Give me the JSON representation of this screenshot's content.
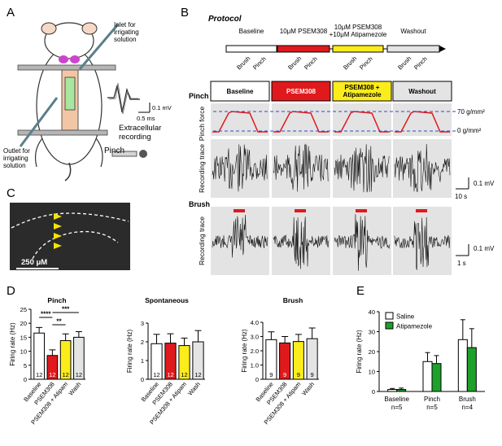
{
  "panel_letters": {
    "A": "A",
    "B": "B",
    "C": "C",
    "D": "D",
    "E": "E"
  },
  "panel_a": {
    "inlet_label": [
      "Inlet for",
      "irrigating",
      "solution"
    ],
    "outlet_label": [
      "Outlet for",
      "irrigating",
      "solution"
    ],
    "scale_mv": "0.1 mV",
    "scale_ms": "0.5 ms",
    "recording_label": [
      "Extracellular",
      "recording"
    ],
    "pinch_label": "Pinch"
  },
  "panel_b": {
    "protocol_title": "Protocol",
    "phases": [
      {
        "label": [
          "Baseline"
        ],
        "bar_color": "#ffffff",
        "box_label": [
          "Baseline"
        ],
        "box_bg": "#ffffff",
        "box_text": "#000000"
      },
      {
        "label": [
          "10μM PSEM308"
        ],
        "bar_color": "#e0191d",
        "box_label": [
          "PSEM308"
        ],
        "box_bg": "#e0191d",
        "box_text": "#ffffff"
      },
      {
        "label": [
          "10μM PSEM308",
          "+10μM Atipamezole"
        ],
        "bar_color": "#fbec1b",
        "box_label": [
          "PSEM308 +",
          "Atipamezole"
        ],
        "box_bg": "#fbec1b",
        "box_text": "#000000"
      },
      {
        "label": [
          "Washout"
        ],
        "bar_color": "#e4e4e4",
        "box_label": [
          "Washout"
        ],
        "box_bg": "#e4e4e4",
        "box_text": "#000000"
      }
    ],
    "stim_labels": [
      "Brush",
      "Pinch"
    ],
    "pinch_heading": "Pinch",
    "brush_heading": "Brush",
    "pinch_force_label": "Pinch force",
    "recording_trace_label": "Recording trace",
    "force_high": "70 g/mm²",
    "force_low": "0 g/mm²",
    "scale_mv_1": "0.1 mV",
    "scale_s_1": "10 s",
    "scale_mv_2": "0.1 mV",
    "scale_s_2": "1 s"
  },
  "panel_c": {
    "scale_label": "250 μM"
  },
  "panel_d": [
    {
      "title": "Pinch",
      "ylabel": "Firing rate (Hz)",
      "ylim": [
        0,
        25
      ],
      "ticks": [
        "0",
        "5",
        "10",
        "15",
        "20",
        "25"
      ],
      "categories": [
        "Baseline",
        "PSEM308",
        "PSEM308 + Atipam",
        "Wash"
      ],
      "values": [
        16.5,
        8.5,
        13.8,
        15.0
      ],
      "errors": [
        2.0,
        2.0,
        2.4,
        2.0
      ],
      "n": [
        "12",
        "12",
        "12",
        "12"
      ],
      "colors": [
        "#ffffff",
        "#e0191d",
        "#fbec1b",
        "#e4e4e4"
      ],
      "n_colors": [
        "#000000",
        "#ffffff",
        "#000000",
        "#000000"
      ],
      "sig": [
        "****",
        "**",
        "***"
      ]
    },
    {
      "title": "Spontaneous",
      "ylabel": "Firing rate (Hz)",
      "ylim": [
        0,
        3
      ],
      "ticks": [
        "0",
        "1",
        "2",
        "3"
      ],
      "categories": [
        "Baseline",
        "PSEM308",
        "PSEM308 + Atipam",
        "Wash"
      ],
      "values": [
        1.9,
        1.93,
        1.8,
        2.0
      ],
      "errors": [
        0.5,
        0.5,
        0.4,
        0.6
      ],
      "n": [
        "12",
        "12",
        "12",
        "12"
      ],
      "colors": [
        "#ffffff",
        "#e0191d",
        "#fbec1b",
        "#e4e4e4"
      ],
      "n_colors": [
        "#000000",
        "#ffffff",
        "#000000",
        "#000000"
      ]
    },
    {
      "title": "Brush",
      "ylabel": "Firing rate (Hz)",
      "ylim": [
        0,
        4
      ],
      "ticks": [
        "0",
        "1.0",
        "2.0",
        "3.0",
        "4.0"
      ],
      "categories": [
        "Baseline",
        "PSEM308",
        "PSEM308 + Atipam",
        "Wash"
      ],
      "values": [
        2.78,
        2.55,
        2.65,
        2.85
      ],
      "errors": [
        0.55,
        0.45,
        0.5,
        0.75
      ],
      "n": [
        "9",
        "9",
        "9",
        "9"
      ],
      "colors": [
        "#ffffff",
        "#e0191d",
        "#fbec1b",
        "#e4e4e4"
      ],
      "n_colors": [
        "#000000",
        "#ffffff",
        "#000000",
        "#000000"
      ]
    }
  ],
  "panel_e": {
    "ylabel": "Firing rate (Hz)",
    "ylim": [
      0,
      40
    ],
    "ticks": [
      "0",
      "10",
      "20",
      "30",
      "40"
    ],
    "series": [
      {
        "name": "Saline",
        "color": "#ffffff",
        "values": [
          1.0,
          15.0,
          26.0
        ],
        "errors": [
          0.5,
          4.5,
          10.0
        ]
      },
      {
        "name": "Atipamezole",
        "color": "#1ea12a",
        "values": [
          1.0,
          14.0,
          22.0
        ],
        "errors": [
          0.7,
          4.0,
          9.5
        ]
      }
    ],
    "categories": [
      {
        "name": "Baseline",
        "n": "n=5"
      },
      {
        "name": "Pinch",
        "n": "n=5"
      },
      {
        "name": "Brush",
        "n": "n=4"
      }
    ]
  },
  "chart_data": [
    {
      "type": "bar",
      "title": "Pinch",
      "ylabel": "Firing rate (Hz)",
      "ylim": [
        0,
        25
      ],
      "categories": [
        "Baseline",
        "PSEM308",
        "PSEM308 + Atipam",
        "Wash"
      ],
      "values": [
        16.5,
        8.5,
        13.8,
        15.0
      ],
      "errors": [
        2.0,
        2.0,
        2.4,
        2.0
      ],
      "annotations": [
        "****",
        "**",
        "***"
      ]
    },
    {
      "type": "bar",
      "title": "Spontaneous",
      "ylabel": "Firing rate (Hz)",
      "ylim": [
        0,
        3
      ],
      "categories": [
        "Baseline",
        "PSEM308",
        "PSEM308 + Atipam",
        "Wash"
      ],
      "values": [
        1.9,
        1.93,
        1.8,
        2.0
      ],
      "errors": [
        0.5,
        0.5,
        0.4,
        0.6
      ]
    },
    {
      "type": "bar",
      "title": "Brush",
      "ylabel": "Firing rate (Hz)",
      "ylim": [
        0,
        4
      ],
      "categories": [
        "Baseline",
        "PSEM308",
        "PSEM308 + Atipam",
        "Wash"
      ],
      "values": [
        2.78,
        2.55,
        2.65,
        2.85
      ],
      "errors": [
        0.55,
        0.45,
        0.5,
        0.75
      ]
    },
    {
      "type": "bar",
      "ylabel": "Firing rate (Hz)",
      "ylim": [
        0,
        40
      ],
      "categories": [
        "Baseline",
        "Pinch",
        "Brush"
      ],
      "series": [
        {
          "name": "Saline",
          "values": [
            1.0,
            15.0,
            26.0
          ]
        },
        {
          "name": "Atipamezole",
          "values": [
            1.0,
            14.0,
            22.0
          ]
        }
      ]
    }
  ]
}
